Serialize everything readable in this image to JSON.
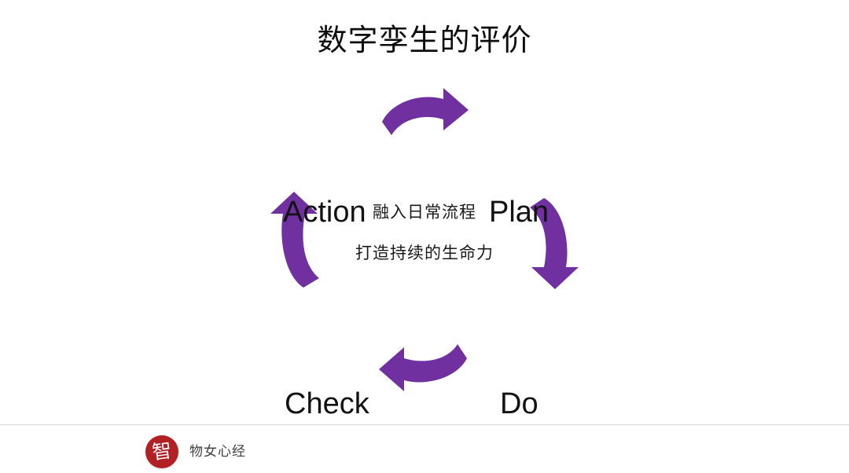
{
  "slide": {
    "title": "数字孪生的评价",
    "background_color": "#ffffff",
    "accent_color": "#7030A0",
    "title_color": "#0D0D0D"
  },
  "cycle": {
    "name": "PDCA cycle",
    "direction": "clockwise",
    "arrow_color": "#7030A0",
    "labels": [
      {
        "id": "plan",
        "text": "Plan",
        "position": "top-right"
      },
      {
        "id": "do",
        "text": "Do",
        "position": "bottom-right"
      },
      {
        "id": "check",
        "text": "Check",
        "position": "bottom-left"
      },
      {
        "id": "action",
        "text": "Action",
        "position": "top-left"
      }
    ],
    "arrows": [
      {
        "id": "top",
        "icon": "curved-arrow-right-icon",
        "position": "top"
      },
      {
        "id": "right",
        "icon": "curved-arrow-down-icon",
        "position": "right"
      },
      {
        "id": "bottom",
        "icon": "curved-arrow-left-icon",
        "position": "bottom"
      },
      {
        "id": "left",
        "icon": "curved-arrow-up-icon",
        "position": "left"
      }
    ],
    "center": {
      "line1": "融入日常流程",
      "line2": "打造持续的生命力"
    }
  },
  "footer": {
    "logo_glyph": "智",
    "logo_color": "#B02024",
    "label": "物女心经",
    "label_color": "#3F3F3F"
  }
}
